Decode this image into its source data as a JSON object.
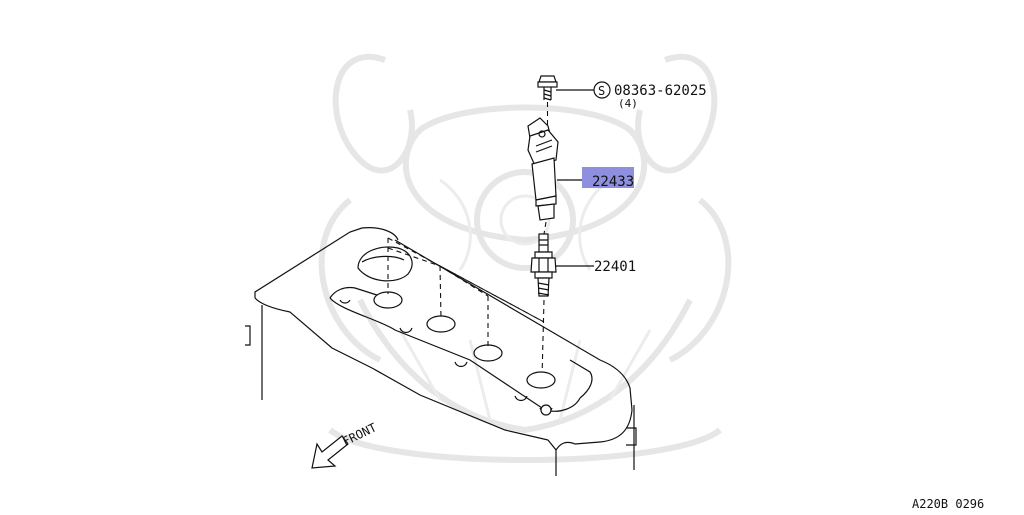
{
  "bolt": {
    "part_number": "08363-62025",
    "quantity": "(4)",
    "symbol": "S"
  },
  "ignition_coil": {
    "part_number": "22433",
    "highlight_color": "#8f8fe0"
  },
  "spark_plug": {
    "part_number": "22401"
  },
  "front_label": "FRONT",
  "diagram_code": "A220B 0296"
}
